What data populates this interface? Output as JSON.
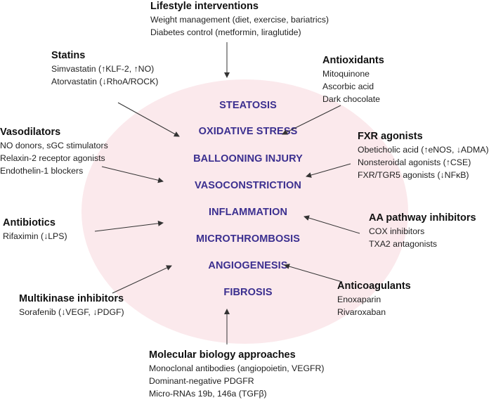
{
  "center_items": [
    "STEATOSIS",
    "OXIDATIVE STRESS",
    "BALLOONING INJURY",
    "VASOCONSTRICTION",
    "INFLAMMATION",
    "MICROTHROMBOSIS",
    "ANGIOGENESIS",
    "FIBROSIS"
  ],
  "groups": {
    "lifestyle": {
      "title": "Lifestyle interventions",
      "items": [
        "Weight management (diet, exercise, bariatrics)",
        "Diabetes control (metformin, liraglutide)"
      ]
    },
    "statins": {
      "title": "Statins",
      "items": [
        "Simvastatin (↑KLF-2, ↑NO)",
        "Atorvastatin (↓RhoA/ROCK)"
      ]
    },
    "antioxidants": {
      "title": "Antioxidants",
      "items": [
        "Mitoquinone",
        "Ascorbic acid",
        "Dark chocolate"
      ]
    },
    "vasodilators": {
      "title": "Vasodilators",
      "items": [
        "NO donors, sGC stimulators",
        "Relaxin-2 receptor agonists",
        "Endothelin-1 blockers"
      ]
    },
    "fxr": {
      "title": "FXR agonists",
      "items": [
        "Obeticholic acid (↑eNOS, ↓ADMA)",
        "Nonsteroidal agonists (↑CSE)",
        "FXR/TGR5 agonists (↓NFκB)"
      ]
    },
    "antibiotics": {
      "title": "Antibiotics",
      "items": [
        "Rifaximin (↓LPS)"
      ]
    },
    "aa_pathway": {
      "title": "AA pathway inhibitors",
      "items": [
        "COX inhibitors",
        "TXA2 antagonists"
      ]
    },
    "multikinase": {
      "title": "Multikinase inhibitors",
      "items": [
        "Sorafenib (↓VEGF, ↓PDGF)"
      ]
    },
    "anticoagulants": {
      "title": "Anticoagulants",
      "items": [
        "Enoxaparin",
        "Rivaroxaban"
      ]
    },
    "molecular": {
      "title": "Molecular biology approaches",
      "items": [
        "Monoclonal antibodies (angiopoietin, VEGFR)",
        "Dominant-negative PDGFR",
        "Micro-RNAs 19b, 146a (TGFβ)"
      ]
    }
  },
  "colors": {
    "center_text": "#3b2f8f",
    "circle_fill": "#fbe9ec",
    "arrow": "#333333"
  }
}
